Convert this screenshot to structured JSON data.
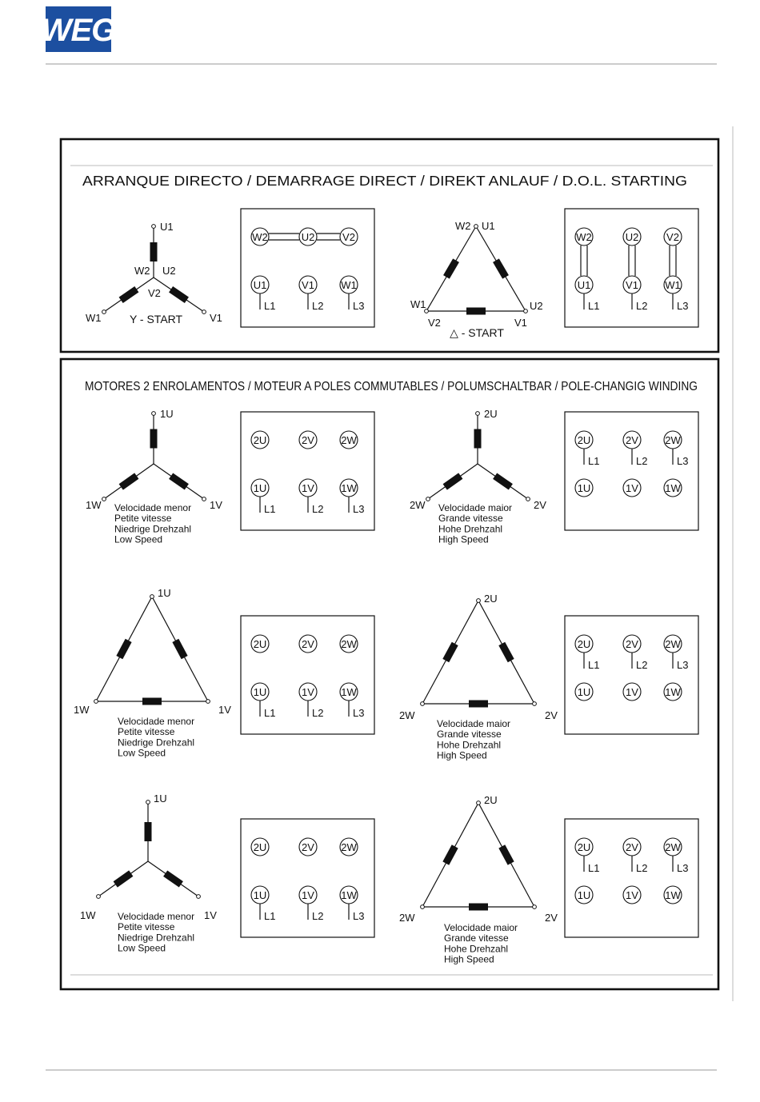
{
  "logo": {
    "text": "WEG",
    "color": "#1c4fa0"
  },
  "colors": {
    "ink": "#111111",
    "rule": "#999999",
    "hair": "#bbbbbb"
  },
  "section1": {
    "title": "ARRANQUE  DIRECTO  /  DEMARRAGE  DIRECT  /  DIREKT  ANLAUF  /  D.O.L.  STARTING",
    "star": {
      "labels": [
        "U1",
        "W2",
        "U2",
        "V2",
        "W1",
        "V1"
      ],
      "caption": "Y  -  START"
    },
    "star_box": {
      "top": [
        "W2",
        "U2",
        "V2"
      ],
      "bottom": [
        "U1",
        "V1",
        "W1"
      ],
      "lines": [
        "L1",
        "L2",
        "L3"
      ]
    },
    "delta": {
      "labels": [
        "W2",
        "U1",
        "W1",
        "U2",
        "V2",
        "V1"
      ],
      "caption": "△ -  START"
    },
    "delta_box": {
      "top": [
        "W2",
        "U2",
        "V2"
      ],
      "bottom": [
        "U1",
        "V1",
        "W1"
      ],
      "lines": [
        "L1",
        "L2",
        "L3"
      ]
    }
  },
  "section2": {
    "title": "MOTORES  2  ENROLAMENTOS  /  MOTEUR  A  POLES  COMMUTABLES  /  POLUMSCHALTBAR  /  POLE-CHANGIG  WINDING",
    "slow_caption": [
      "Velocidade  menor",
      "Petite  vitesse",
      "Niedrige  Drehzahl",
      "Low  Speed"
    ],
    "fast_caption": [
      "Velocidade  maior",
      "Grande  vitesse",
      "Hohe  Drehzahl",
      "High  Speed"
    ],
    "slow_labels": [
      "1U",
      "1W",
      "1V"
    ],
    "fast_labels": [
      "2U",
      "2W",
      "2V"
    ],
    "box_top": [
      "2U",
      "2V",
      "2W"
    ],
    "box_bottom": [
      "1U",
      "1V",
      "1W"
    ],
    "lines": [
      "L1",
      "L2",
      "L3"
    ]
  }
}
